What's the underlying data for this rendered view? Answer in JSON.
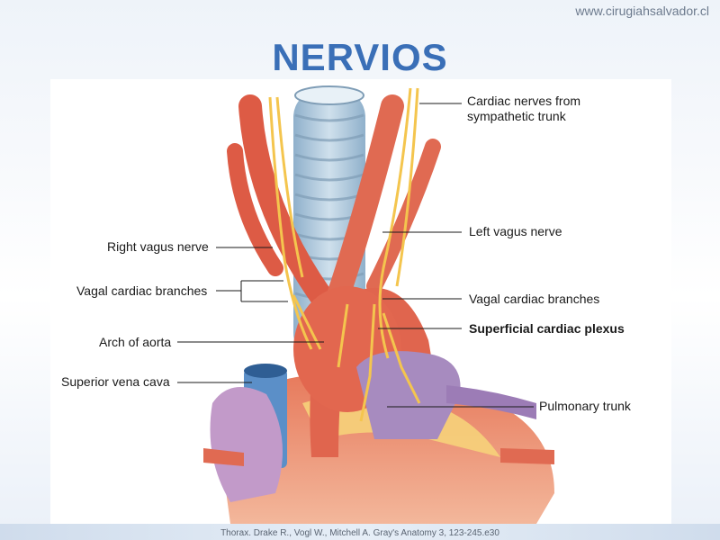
{
  "watermark": "www.cirugiahsalvador.cl",
  "title": "NERVIOS",
  "citation": "Thorax. Drake R., Vogl W., Mitchell A. Gray's Anatomy 3, 123-245.e30",
  "labels": {
    "cardiac_nerves": [
      "Cardiac nerves from",
      "sympathetic trunk"
    ],
    "left_vagus": "Left vagus nerve",
    "right_vagus": "Right vagus nerve",
    "vagal_cardiac_left": "Vagal cardiac branches",
    "vagal_cardiac_right": "Vagal cardiac branches",
    "arch_aorta": "Arch of aorta",
    "superficial_plexus": "Superficial cardiac plexus",
    "svc": "Superior vena cava",
    "pulmonary_trunk": "Pulmonary trunk"
  },
  "colors": {
    "title": "#3a6fb7",
    "artery": "#e06a52",
    "trachea": "#a9c6dc",
    "nerve": "#f4c54e",
    "vein": "#5b8fc8",
    "pulmonary": "#a78bbf"
  }
}
